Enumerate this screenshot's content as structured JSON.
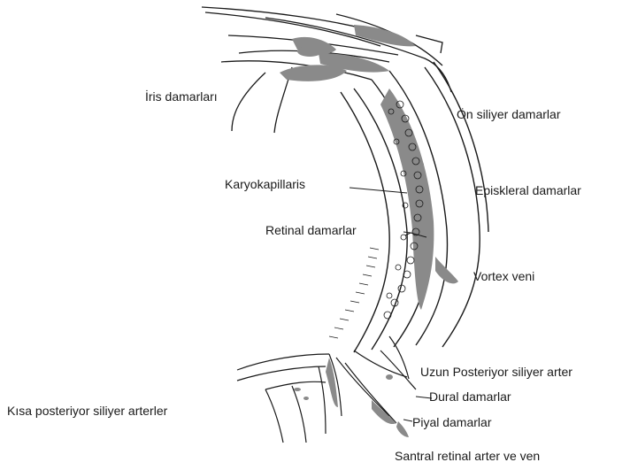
{
  "labels": {
    "iris": "İris damarları",
    "on_siliyer": "Ön siliyer damarlar",
    "karyokapillaris": "Karyokapillaris",
    "episkleral": "Episkleral damarlar",
    "retinal": "Retinal damarlar",
    "vortex": "Vortex veni",
    "uzun_posterior": "Uzun  Posteriyor siliyer arter",
    "dural": "Dural damarlar",
    "kisa_posterior": "Kısa  posteriyor siliyer arterler",
    "piyal": "Piyal damarlar",
    "santral": "Santral retinal arter ve ven"
  },
  "colors": {
    "ink": "#1a1a1a",
    "vessel_fill": "#8a8a8a",
    "background": "#ffffff"
  }
}
